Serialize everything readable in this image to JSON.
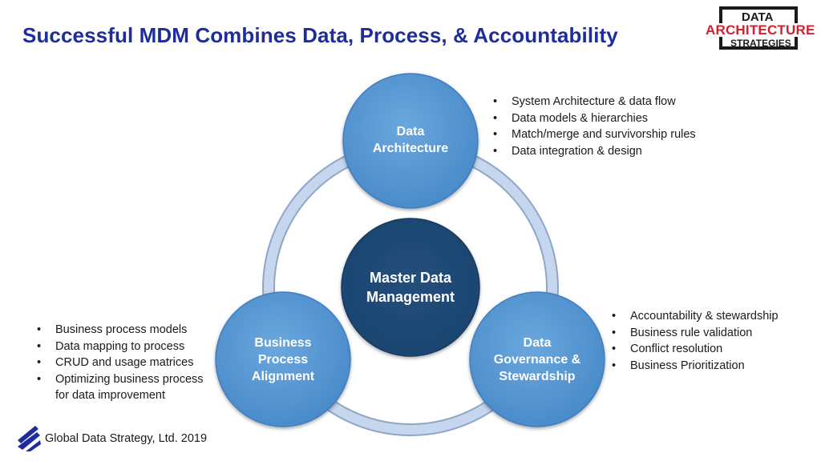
{
  "title": "Successful MDM Combines Data, Process, & Accountability",
  "logo": {
    "line1": "DATA",
    "line2": "ARCHITECTURE",
    "line3": "STRATEGIES"
  },
  "diagram": {
    "center": {
      "line1": "Master Data",
      "line2": "Management"
    },
    "nodes": [
      {
        "line1": "Data",
        "line2": "Architecture",
        "line3": ""
      },
      {
        "line1": "Business",
        "line2": "Process",
        "line3": "Alignment"
      },
      {
        "line1": "Data",
        "line2": "Governance &",
        "line3": "Stewardship"
      }
    ]
  },
  "bullets": {
    "architecture": [
      "System Architecture & data flow",
      "Data models & hierarchies",
      "Match/merge and survivorship rules",
      "Data integration & design"
    ],
    "process": [
      "Business process models",
      "Data mapping to process",
      "CRUD and usage matrices",
      "Optimizing business process",
      "for data improvement"
    ],
    "governance": [
      "Accountability & stewardship",
      "Business rule validation",
      "Conflict resolution",
      "Business Prioritization"
    ]
  },
  "footer": {
    "text": "Global Data Strategy, Ltd. 2019"
  },
  "colors": {
    "title": "#1f2d9c",
    "node": "#5b9bd5",
    "center": "#1f4e79",
    "ring": "#b4c7e7",
    "logo_red": "#d3202e"
  }
}
